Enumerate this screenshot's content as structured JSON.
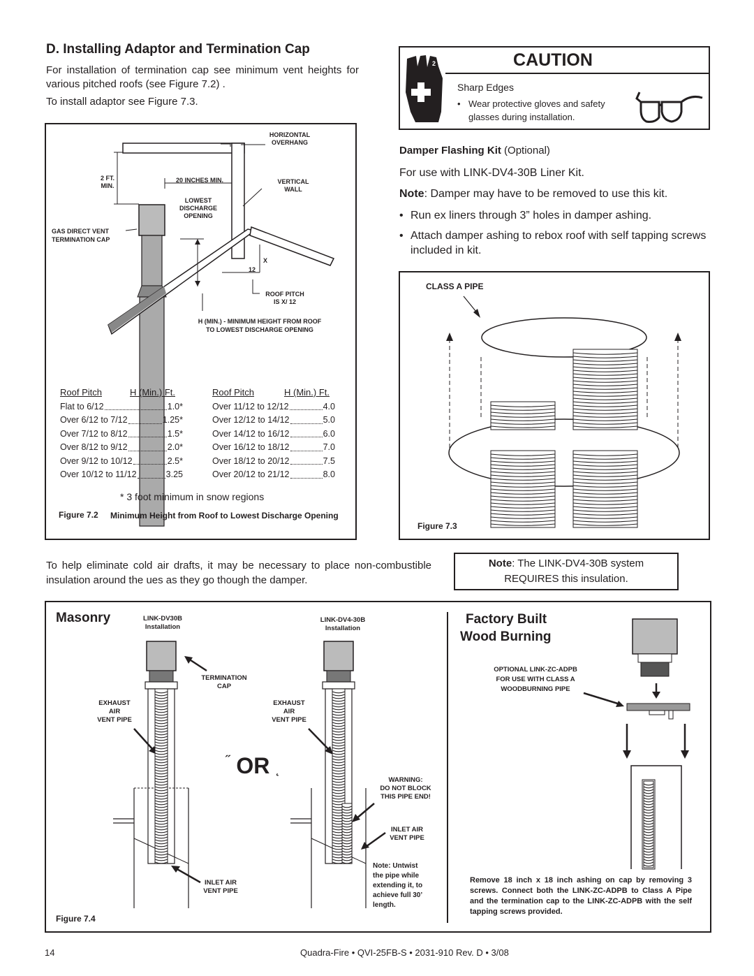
{
  "section": {
    "title": "D.  Installing Adaptor and Termination Cap",
    "intro_1": "For installation of termination cap see minimum vent heights for various pitched roofs (see Figure 7.2) .",
    "intro_2": "To install adaptor see Figure 7.3."
  },
  "caution": {
    "title": "CAUTION",
    "heading": "Sharp Edges",
    "bullet": "Wear protective gloves and safety glasses during installation."
  },
  "damper": {
    "heading": "Damper Flashing Kit",
    "optional": "(Optional)",
    "use_with": "For use with LINK-DV4-30B Liner Kit.",
    "note_label": "Note",
    "note_text": ":  Damper may have to be removed to use this kit.",
    "bullet_1": "Run   ex liners through 3” holes in damper   ashing.",
    "bullet_2": "Attach damper   ashing to   rebox roof with self tapping screws included in kit."
  },
  "figure72": {
    "labels": {
      "horizontal_overhang": "HORIZONTAL\nOVERHANG",
      "two_ft_min": "2 FT.\nMIN.",
      "twenty_inches": "20 INCHES MIN.",
      "vertical_wall": "VERTICAL\nWALL",
      "lowest_discharge": "LOWEST\nDISCHARGE\nOPENING",
      "gas_direct_vent": "GAS DIRECT VENT\nTERMINATION CAP",
      "x": "X",
      "twelve": "12",
      "roof_pitch": "ROOF PITCH\nIS  X/ 12",
      "h_min": "H (MIN.) - MINIMUM HEIGHT FROM ROOF\nTO LOWEST DISCHARGE OPENING"
    },
    "table_headers": {
      "pitch": "Roof Pitch",
      "height": "H (Min.) Ft."
    },
    "table_left": [
      {
        "pitch": "Flat to 6/12",
        "h": "1.0*"
      },
      {
        "pitch": "Over 6/12 to 7/12",
        "h": "1.25*"
      },
      {
        "pitch": "Over 7/12 to 8/12",
        "h": "1.5*"
      },
      {
        "pitch": "Over 8/12 to 9/12",
        "h": "2.0*"
      },
      {
        "pitch": "Over 9/12 to 10/12",
        "h": "2.5*"
      },
      {
        "pitch": "Over 10/12 to 11/12",
        "h": "3.25"
      }
    ],
    "table_right": [
      {
        "pitch": "Over 11/12 to 12/12",
        "h": "4.0"
      },
      {
        "pitch": "Over 12/12 to 14/12",
        "h": "5.0"
      },
      {
        "pitch": "Over 14/12 to 16/12",
        "h": "6.0"
      },
      {
        "pitch": "Over 16/12 to 18/12",
        "h": "7.0"
      },
      {
        "pitch": "Over 18/12 to 20/12",
        "h": "7.5"
      },
      {
        "pitch": "Over 20/12 to 21/12",
        "h": "8.0"
      }
    ],
    "snow_note": "* 3 foot minimum in snow regions",
    "caption_label": "Figure 7.2",
    "caption_text": "Minimum Height from Roof to Lowest Discharge Opening"
  },
  "figure73": {
    "class_a_pipe": "CLASS A PIPE",
    "caption": "Figure 7.3"
  },
  "cold_air": {
    "text": "To help eliminate cold air drafts, it may be necessary to place non-combustible insulation around the   ues as they go though the damper.",
    "note_label": "Note",
    "note_text": ": The LINK-DV4-30B system REQUIRES this insulation."
  },
  "figure74": {
    "masonry": "Masonry",
    "link_dv30b": "LINK-DV30B\nInstallation",
    "link_dv4_30b": "LINK-DV4-30B\nInstallation",
    "termination_cap": "TERMINATION\nCAP",
    "exhaust_1": "EXHAUST\nAIR\nVENT PIPE",
    "exhaust_2": "EXHAUST\nAIR\nVENT PIPE",
    "or": "OR",
    "or_left": "˝",
    "or_right": "˛",
    "warning": "WARNING:\nDO NOT BLOCK\nTHIS PIPE END!",
    "inlet_air_1": "INLET AIR\nVENT PIPE",
    "inlet_air_2": "INLET AIR\nVENT PIPE",
    "untwist": "Note: Untwist\nthe pipe while\nextending it, to\nachieve full 30’\nlength.",
    "caption": "Figure 7.4",
    "factory_built": "Factory Built",
    "wood_burning": "Wood Burning",
    "optional_adpb": "OPTIONAL LINK-ZC-ADPB\nFOR USE WITH CLASS A\nWOODBURNING PIPE",
    "remove_note": "Remove 18 inch x 18 inch   ashing on cap by removing 3 screws. Connect both the LINK-ZC-ADPB to Class A Pipe and the termination cap to the LINK-ZC-ADPB with the self tapping screws provided."
  },
  "footer": {
    "page": "14",
    "doc": "Quadra-Fire  •  QVI-25FB-S  •  2031-910 Rev. D  •  3/08"
  }
}
